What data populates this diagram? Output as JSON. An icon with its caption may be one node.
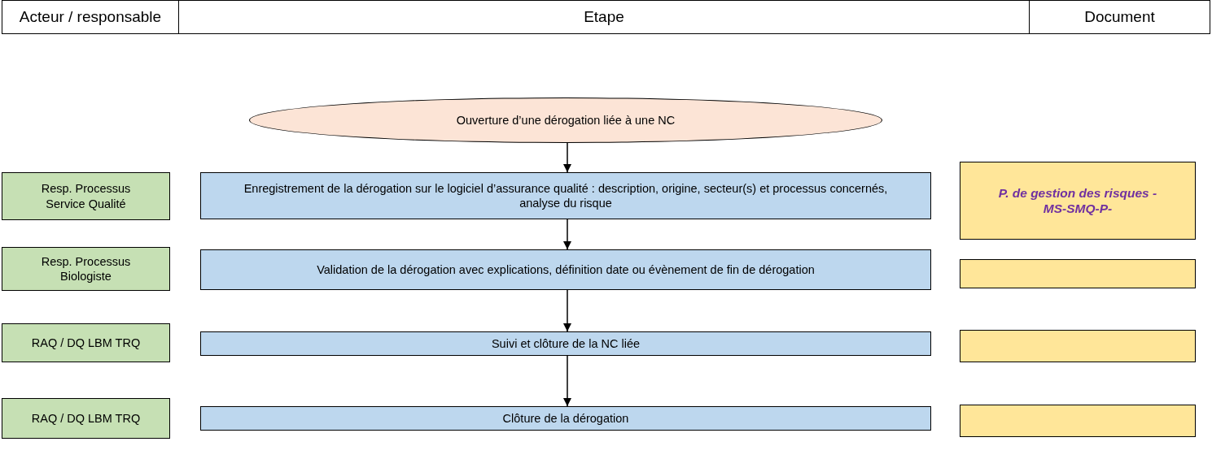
{
  "diagram": {
    "nodes": [
      {
        "text": [
          "Ouverture d’une dérogation liée à une NC"
        ]
      },
      {
        "text": [
          "Resp. Processus Service Qualité"
        ]
      },
      {
        "text": [
          "Enregistrement de la dérogation sur le logiciel d’assurance qualité : description, origine, secteur(s) et processus concernés, analyse du risque"
        ]
      },
      {
        "text": [
          "P. de gestion des risques - MS-SMQ-P-"
        ]
      },
      {
        "text": [
          "Resp. Processus Biologiste"
        ]
      },
      {
        "text": [
          "Validation de la dérogation avec explications, définition date ou évènement de fin de dérogation"
        ]
      },
      {
        "text": [],
        "shape": "box"
      },
      {
        "text": [
          "RAQ / DQ LBM TRQ"
        ]
      },
      {
        "text": [
          "Suivi et clôture de la NC liée"
        ]
      },
      {
        "text": [],
        "shape": "box"
      },
      {
        "text": [
          "RAQ / DQ LBM TRQ"
        ]
      },
      {
        "text": [
          "Clôture de la dérogation"
        ]
      },
      {
        "text": [],
        "shape": "box"
      }
    ],
    "edges": [
      {
        "from": 0,
        "to": 2,
        "arrow": "to"
      },
      {
        "from": 2,
        "to": 5,
        "arrow": "to"
      },
      {
        "from": 5,
        "to": 8,
        "arrow": "to"
      },
      {
        "from": 8,
        "to": 11,
        "arrow": "to"
      }
    ],
    "labels": [
      "Acteur / responsable",
      "Etape",
      "Document"
    ]
  }
}
